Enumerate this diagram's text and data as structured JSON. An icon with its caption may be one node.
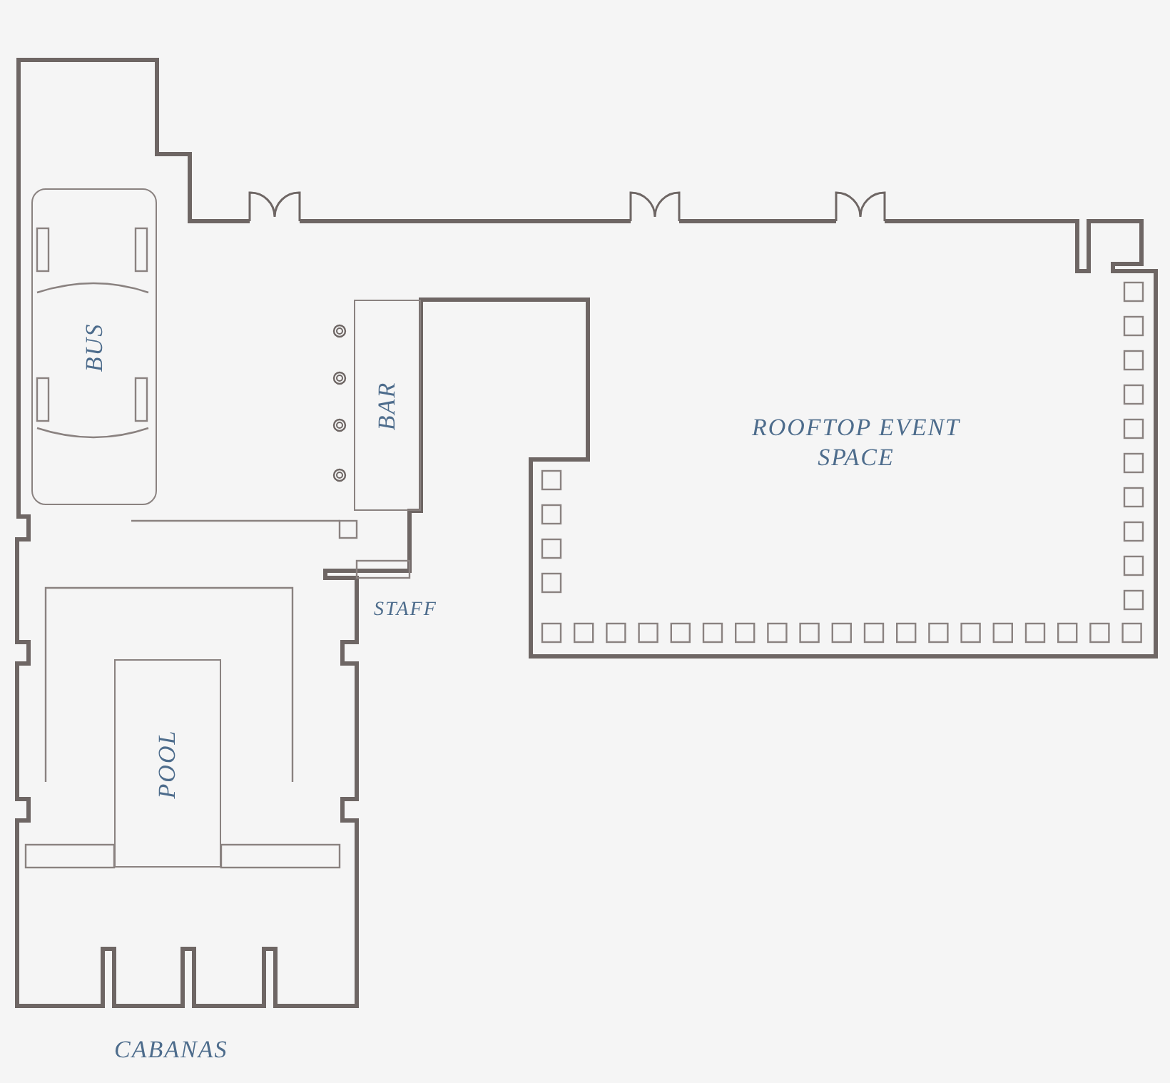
{
  "diagram": {
    "nodes": [
      {
        "text": [
          "BUS"
        ]
      },
      {
        "text": [
          "BAR"
        ]
      },
      {
        "text": [
          "ROOFTOP EVENT SPACE"
        ]
      },
      {
        "text": [
          "POOL"
        ]
      }
    ],
    "labels": [
      "STAFF",
      "CABANAS"
    ]
  }
}
